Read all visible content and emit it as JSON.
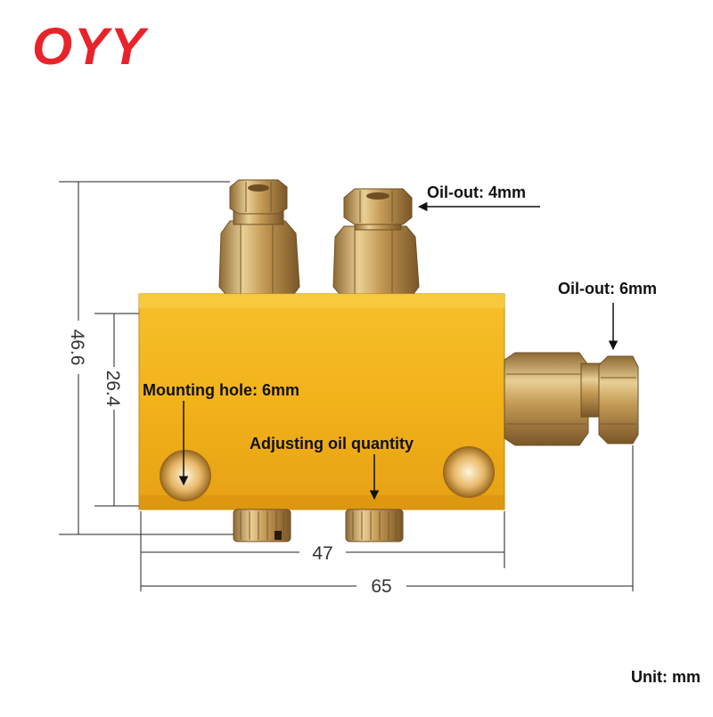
{
  "brand": {
    "logo_text": "OYY",
    "color": "#e8232a"
  },
  "callouts": {
    "oil_out_top": "Oil-out: 4mm",
    "oil_out_side": "Oil-out: 6mm",
    "mounting_hole": "Mounting hole: 6mm",
    "adjusting": "Adjusting oil quantity"
  },
  "dimensions": {
    "total_height": "46.6",
    "block_height": "26.4",
    "hole_spacing": "47",
    "total_width": "65"
  },
  "unit_note": "Unit: mm",
  "colors": {
    "block_body": "#f2b21a",
    "brass": "#c9a05c",
    "dimension_line": "#222222"
  }
}
